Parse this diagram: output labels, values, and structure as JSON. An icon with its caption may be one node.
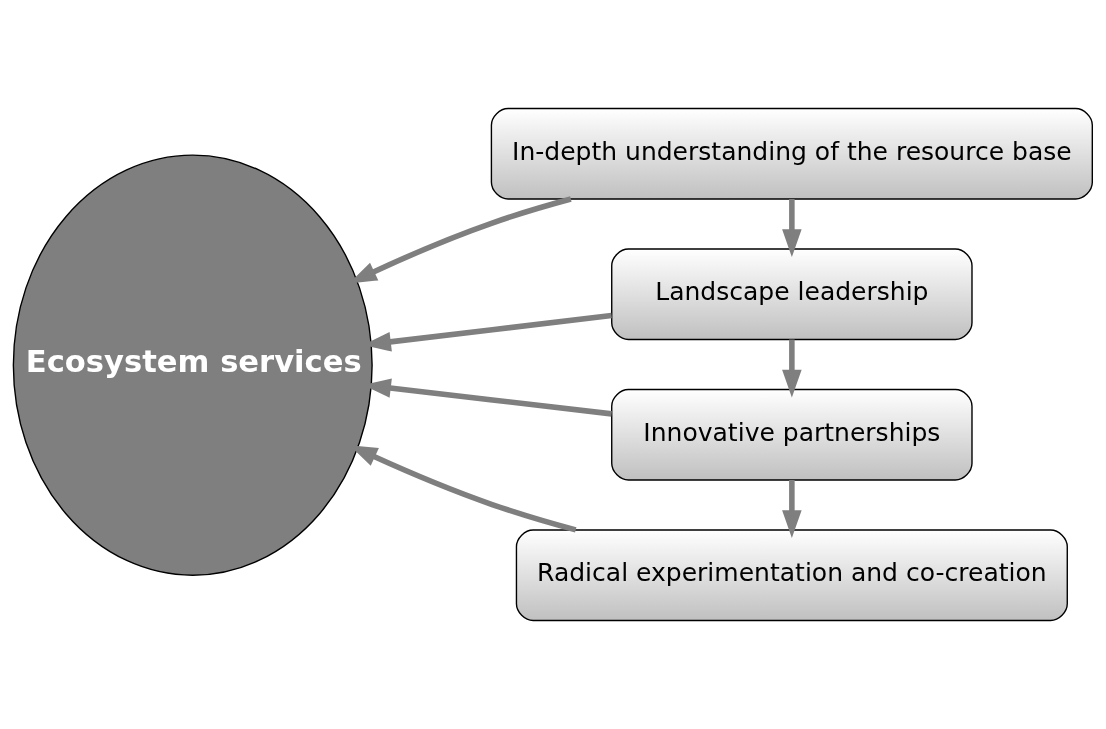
{
  "diagram": {
    "nodes": [
      {
        "text": [
          "Ecosystem services"
        ]
      },
      {
        "text": [
          "In-depth understanding of the resource base"
        ]
      },
      {
        "text": [
          "Landscape leadership"
        ]
      },
      {
        "text": [
          "Innovative partnerships"
        ]
      },
      {
        "text": [
          "Radical experimentation and co-creation"
        ]
      }
    ],
    "edges": [
      {
        "from": 1,
        "to": 2,
        "arrow": "to"
      },
      {
        "from": 2,
        "to": 3,
        "arrow": "to"
      },
      {
        "from": 3,
        "to": 4,
        "arrow": "to"
      },
      {
        "from": 1,
        "to": 0,
        "arrow": "to"
      },
      {
        "from": 2,
        "to": 0,
        "arrow": "to"
      },
      {
        "from": 3,
        "to": 0,
        "arrow": "to"
      },
      {
        "from": 4,
        "to": 0,
        "arrow": "to"
      }
    ]
  }
}
